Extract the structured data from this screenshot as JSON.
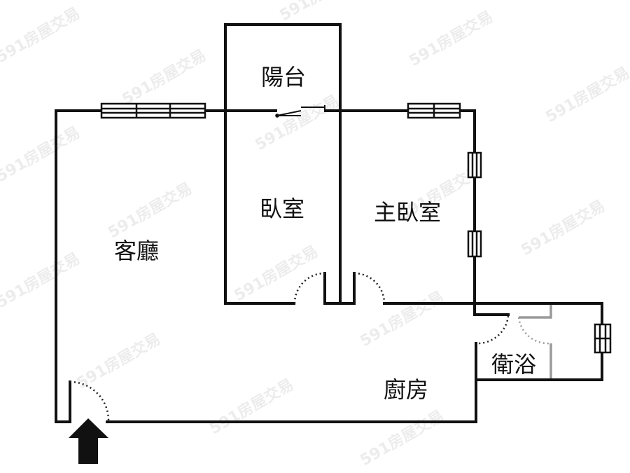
{
  "floorplan": {
    "rooms": {
      "balcony": "陽台",
      "bedroom": "臥室",
      "master_bedroom": "主臥室",
      "living_room": "客廳",
      "bathroom": "衛浴",
      "kitchen": "廚房"
    },
    "watermark": "591房屋交易",
    "colors": {
      "wall": "#111111",
      "door_swing": "#222222",
      "bathroom_partition": "#9a9a9a",
      "background": "#ffffff"
    },
    "icons": {
      "entrance": "arrow-up-icon"
    }
  }
}
